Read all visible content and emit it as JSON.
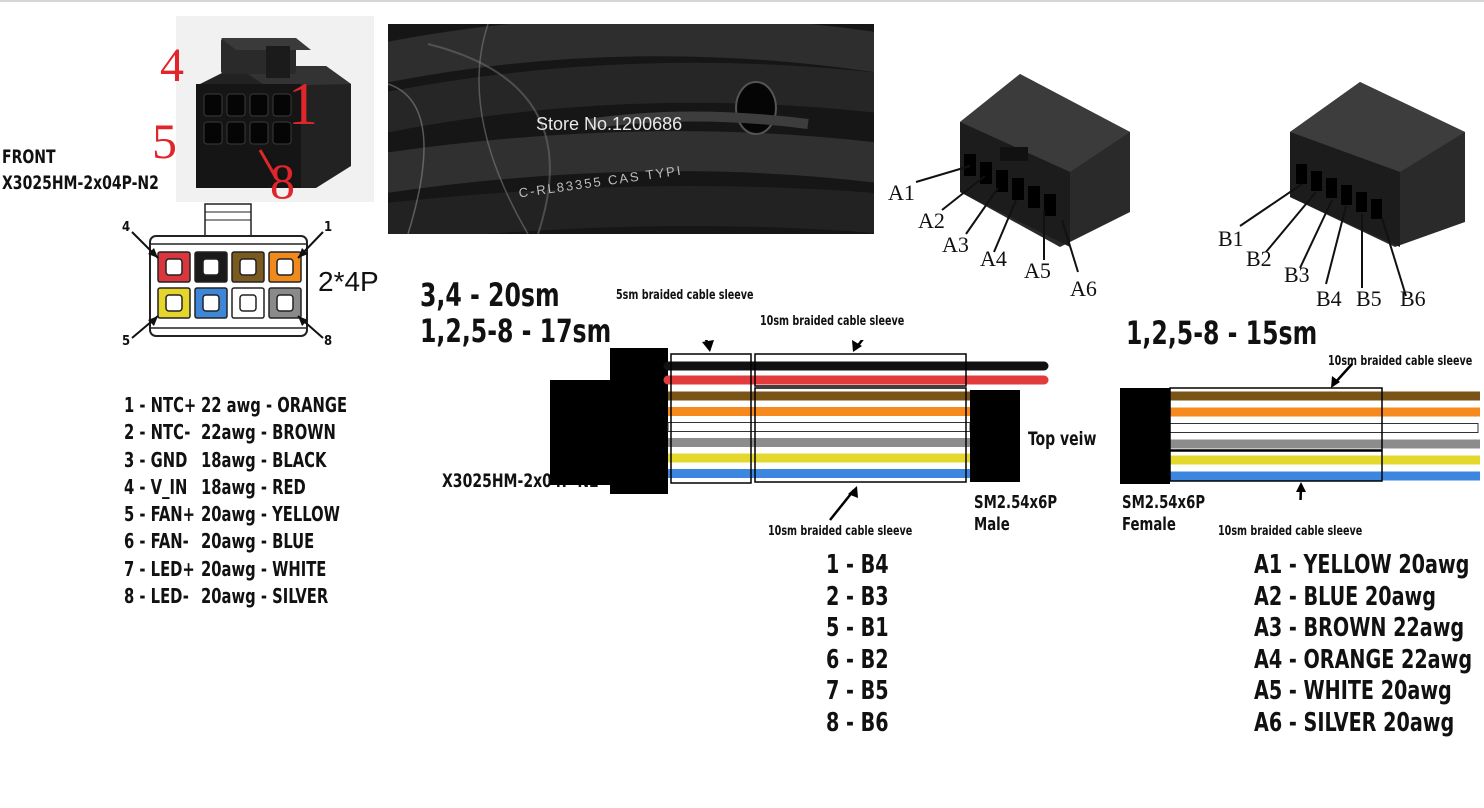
{
  "front_label": "FRONT",
  "connector_part": "X3025HM-2x04P-N2",
  "pin_numbers_photo": [
    "4",
    "1",
    "5",
    "8"
  ],
  "pin_numbers_schematic": [
    "4",
    "1",
    "5",
    "8"
  ],
  "grid_label": "2*4P",
  "schematic_pin_colors": [
    "#d9363e",
    "#1a1a1a",
    "#7a5a1e",
    "#f08a1c",
    "#e6d52a",
    "#3d86d8",
    "#ffffff",
    "#8a8a8a"
  ],
  "photo_watermark": "Store No.1200686",
  "photo_cable_print": "C-RL83355  CAS  TYPI",
  "pins": [
    {
      "num": "1",
      "name": "NTC+",
      "gauge": "22 awg",
      "color": "ORANGE"
    },
    {
      "num": "2",
      "name": "NTC-",
      "gauge": "22awg",
      "color": "BROWN"
    },
    {
      "num": "3",
      "name": "GND",
      "gauge": "18awg",
      "color": "BLACK"
    },
    {
      "num": "4",
      "name": "V_IN",
      "gauge": "18awg",
      "color": "RED"
    },
    {
      "num": "5",
      "name": "FAN+",
      "gauge": "20awg",
      "color": "YELLOW"
    },
    {
      "num": "6",
      "name": "FAN-",
      "gauge": "20awg",
      "color": "BLUE"
    },
    {
      "num": "7",
      "name": "LED+",
      "gauge": "20awg",
      "color": "WHITE"
    },
    {
      "num": "8",
      "name": "LED-",
      "gauge": "20awg",
      "color": "SILVER"
    }
  ],
  "length_1": "3,4 - 20sm",
  "length_2": "1,2,5-8 - 17sm",
  "length_3": "1,2,5-8 - 15sm",
  "sleeve_5": "5sm braided cable sleeve",
  "sleeve_10": "10sm braided cable sleeve",
  "top_view": "Top veiw",
  "male_connector": "SM2.54x6P",
  "male_label": "Male",
  "female_connector": "SM2.54x6P",
  "female_label": "Female",
  "a_pins": [
    "A1",
    "A2",
    "A3",
    "A4",
    "A5",
    "A6"
  ],
  "b_pins": [
    "B1",
    "B2",
    "B3",
    "B4",
    "B5",
    "B6"
  ],
  "mapping": [
    "1 - B4",
    "2 - B3",
    "5 - B1",
    "6 - B2",
    "7 - B5",
    "8 - B6"
  ],
  "a_list": [
    "A1 - YELLOW 20awg",
    "A2 - BLUE 20awg",
    "A3 - BROWN 22awg",
    "A4 - ORANGE 22awg",
    "A5 - WHITE 20awg",
    "A6 - SILVER 20awg"
  ],
  "wire_colors": {
    "black": "#111111",
    "red": "#e23b3b",
    "brown": "#7a5316",
    "orange": "#f68a1e",
    "white": "#ffffff",
    "silver": "#8c8c8c",
    "yellow": "#e4d82c",
    "blue": "#3d86e0"
  }
}
